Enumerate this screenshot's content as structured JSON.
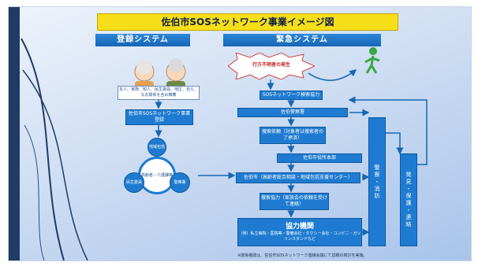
{
  "title": "佐伯市SOSネットワーク事業イメージ図",
  "registration": {
    "header": "登録システム",
    "family_note": "本人、家族、知人、民生委員、地区、自ら、なお関係を含め推薦",
    "register_box": "佐伯市SOSネットワーク事業登録",
    "center": "高齢者・介護課等",
    "nodes": [
      "地域包括",
      "民生委員",
      "警察署"
    ]
  },
  "emergency": {
    "header": "緊急システム",
    "burst": "行方不明者の発生",
    "steps": [
      "SOSネットワーク検索協力",
      "佐伯警察署",
      "捜索依頼（対象者は捜索者の了承済）",
      "佐伯市役所本部",
      "佐伯市（高齢者総合相談・地域包括支援センター）",
      "捜索協力（家族会の依頼を受けて連絡）"
    ],
    "partners_title": "協力機関",
    "partners_detail": "（例）私立病院・医院等・警備会社・タクシー会社・コンビニ・ガソリンスタンドなど",
    "side_tall": "警察・消防",
    "side_tall2": "発見・保護・連絡"
  },
  "footnote": "※関係機関は、佐伯市SOSネットワーク連絡会議にて詳細の検討を実施。",
  "colors": {
    "accent": "#1e7bd1",
    "title_bg": "#f6df18",
    "band": "#1766b4"
  }
}
